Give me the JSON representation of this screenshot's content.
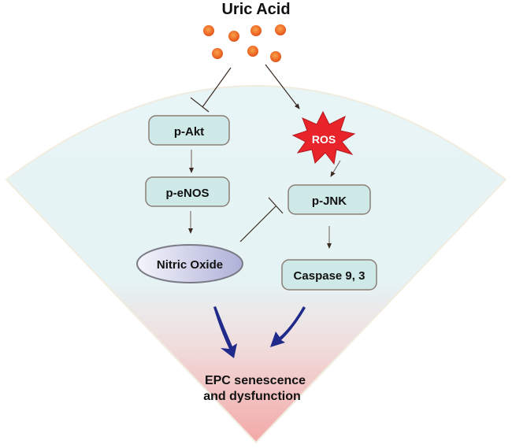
{
  "title": "Uric Acid",
  "nodes": {
    "p_akt": "p-Akt",
    "p_enos": "p-eNOS",
    "nitric_oxide": "Nitric Oxide",
    "ros": "ROS",
    "p_jnk": "p-JNK",
    "caspase": "Caspase 9, 3",
    "outcome_line1": "EPC senescence",
    "outcome_line2": "and dysfunction"
  },
  "edges": [
    {
      "from": "Uric Acid",
      "to": "p-Akt",
      "type": "inhibition"
    },
    {
      "from": "Uric Acid",
      "to": "ROS",
      "type": "activation"
    },
    {
      "from": "p-Akt",
      "to": "p-eNOS",
      "type": "activation"
    },
    {
      "from": "p-eNOS",
      "to": "Nitric Oxide",
      "type": "activation"
    },
    {
      "from": "ROS",
      "to": "p-JNK",
      "type": "activation"
    },
    {
      "from": "Nitric Oxide",
      "to": "p-JNK",
      "type": "inhibition"
    },
    {
      "from": "p-JNK",
      "to": "Caspase 9, 3",
      "type": "activation"
    },
    {
      "from": "Nitric Oxide",
      "to": "EPC senescence and dysfunction",
      "type": "activation"
    },
    {
      "from": "Caspase 9, 3",
      "to": "EPC senescence and dysfunction",
      "type": "activation"
    }
  ],
  "colors": {
    "sector_top": "#e6f4f6",
    "sector_bottom": "#f2a8a8",
    "box_fill": "#cfe8e8",
    "box_stroke": "#8a7f76",
    "ros_fill": "#e8232a",
    "molecule": "#f0702a",
    "big_arrow": "#1f2a8a"
  }
}
